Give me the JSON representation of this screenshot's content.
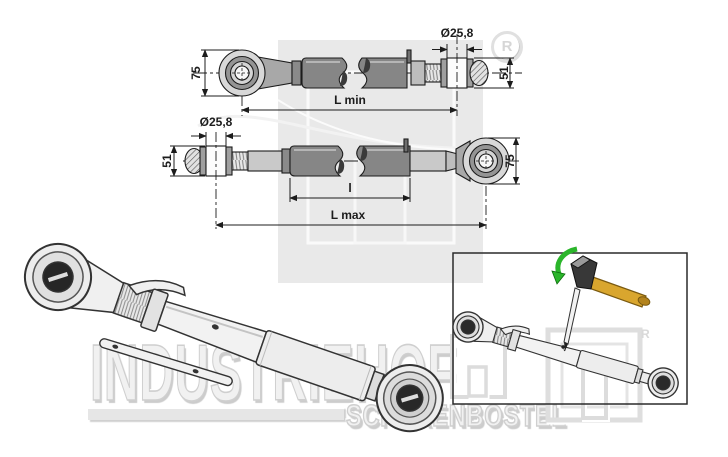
{
  "brand": {
    "name": "INDUSTRIEHOF",
    "location": "SCHERENBOSTEL",
    "registered": "R"
  },
  "drawing_min": {
    "height_label": "75",
    "bore_label": "Ø25,8",
    "end_width_label": "51",
    "length_label": "L min"
  },
  "drawing_max": {
    "bore_label": "Ø25,8",
    "end_width_label": "51",
    "height_label": "75",
    "body_length_label": "l",
    "length_label": "L max"
  },
  "colors": {
    "line": "#1c1c1c",
    "body_gray": "#868686",
    "light_gray": "#c9c9c9",
    "watermark": "#e9e9e9",
    "hammer_handle": "#d9a62e",
    "hammer_head": "#383838",
    "arrow_green": "#2ab52a"
  }
}
